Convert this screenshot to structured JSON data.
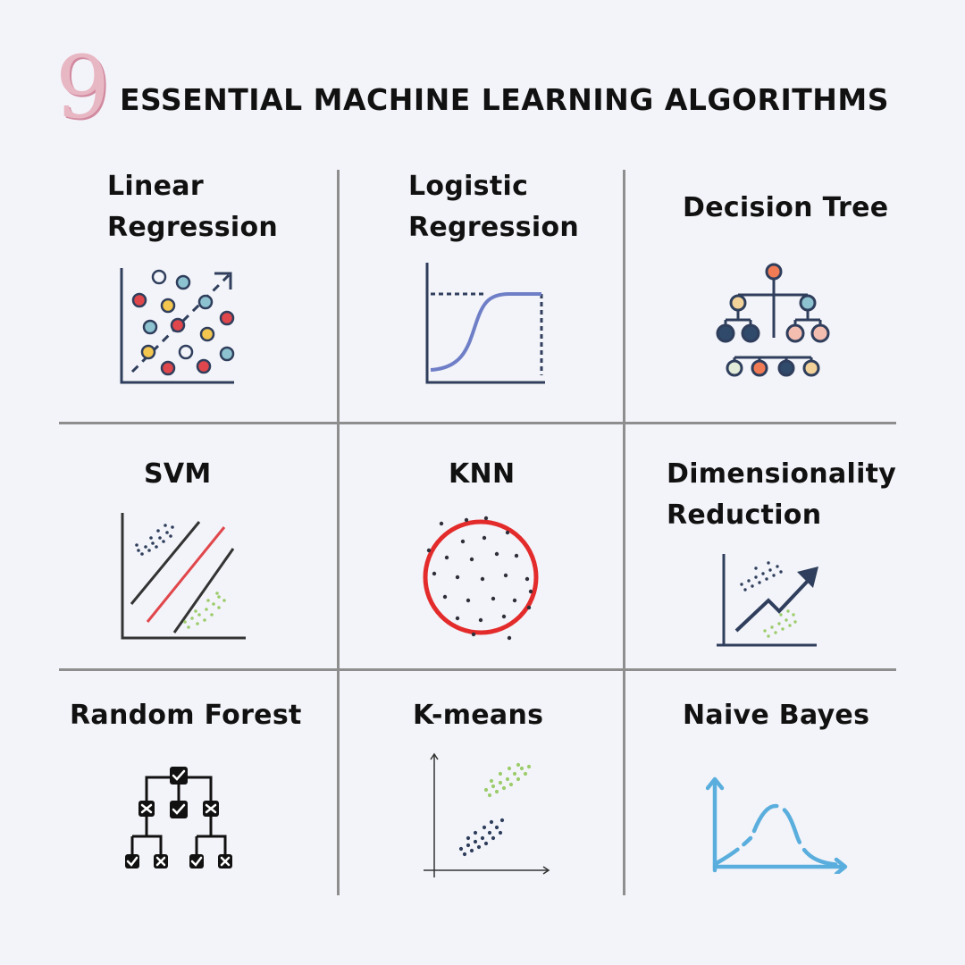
{
  "header": {
    "number": "9",
    "title": "ESSENTIAL MACHINE LEARNING ALGORITHMS"
  },
  "algorithms": [
    {
      "line1": "Linear",
      "line2": "Regression",
      "icon": "linear-regression-icon"
    },
    {
      "line1": "Logistic",
      "line2": "Regression",
      "icon": "logistic-curve-icon"
    },
    {
      "line1": "Decision Tree",
      "icon": "decision-tree-icon"
    },
    {
      "line1": "SVM",
      "icon": "svm-icon"
    },
    {
      "line1": "KNN",
      "icon": "knn-icon"
    },
    {
      "line1": "Dimensionality",
      "line2": "Reduction",
      "icon": "dimensionality-reduction-icon"
    },
    {
      "line1": "Random Forest",
      "icon": "random-forest-icon"
    },
    {
      "line1": "K-means",
      "icon": "k-means-icon"
    },
    {
      "line1": "Naive Bayes",
      "icon": "naive-bayes-icon"
    }
  ],
  "colors": {
    "background": "#f3f4f9",
    "navy": "#2f3e5c",
    "red": "#e0474c",
    "teal": "#8dc3d0",
    "yellow": "#f2c64f",
    "peach": "#f3bdb0",
    "orange": "#f07b55",
    "green": "#9ccc6b",
    "blue": "#5aaedd"
  }
}
